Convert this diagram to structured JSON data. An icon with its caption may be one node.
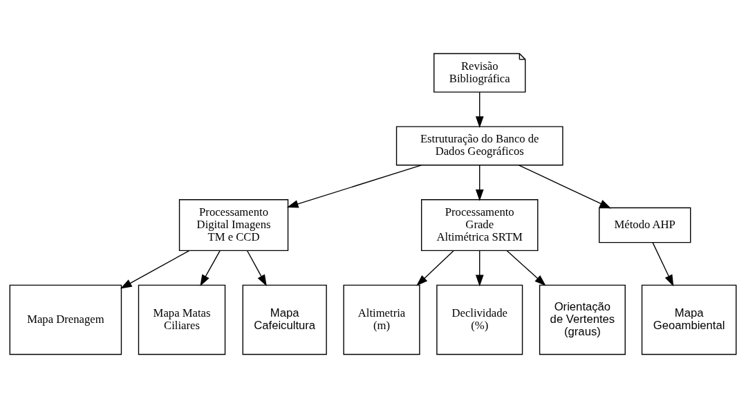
{
  "diagram": {
    "nodes": [
      {
        "text": [
          "Revisão Bibliográfica"
        ]
      },
      {
        "text": [
          "Estruturação do Banco de Dados Geográficos"
        ]
      },
      {
        "text": [
          "Processamento Digital Imagens TM e CCD"
        ]
      },
      {
        "text": [
          "Processamento Grade Altimétrica SRTM"
        ]
      },
      {
        "text": [
          "Método AHP"
        ]
      },
      {
        "text": [
          "Mapa Drenagem"
        ]
      },
      {
        "text": [
          "Mapa Matas Ciliares"
        ]
      },
      {
        "text": [
          "Mapa Cafeicultura"
        ]
      },
      {
        "text": [
          "Altimetria",
          "(m)"
        ]
      },
      {
        "text": [
          "Declividade",
          "(%)"
        ]
      },
      {
        "text": [
          "Orientação de Vertentes",
          "(graus)"
        ]
      },
      {
        "text": [
          "Mapa Geoambiental"
        ]
      }
    ],
    "edges": [
      {
        "from": 0,
        "to": 1,
        "arrow": "to"
      },
      {
        "from": 1,
        "to": 2,
        "arrow": "to"
      },
      {
        "from": 1,
        "to": 3,
        "arrow": "to"
      },
      {
        "from": 1,
        "to": 4,
        "arrow": "to"
      },
      {
        "from": 2,
        "to": 5,
        "arrow": "to"
      },
      {
        "from": 2,
        "to": 6,
        "arrow": "to"
      },
      {
        "from": 2,
        "to": 7,
        "arrow": "to"
      },
      {
        "from": 3,
        "to": 8,
        "arrow": "to"
      },
      {
        "from": 3,
        "to": 9,
        "arrow": "to"
      },
      {
        "from": 3,
        "to": 10,
        "arrow": "to"
      },
      {
        "from": 4,
        "to": 11,
        "arrow": "to"
      }
    ]
  }
}
